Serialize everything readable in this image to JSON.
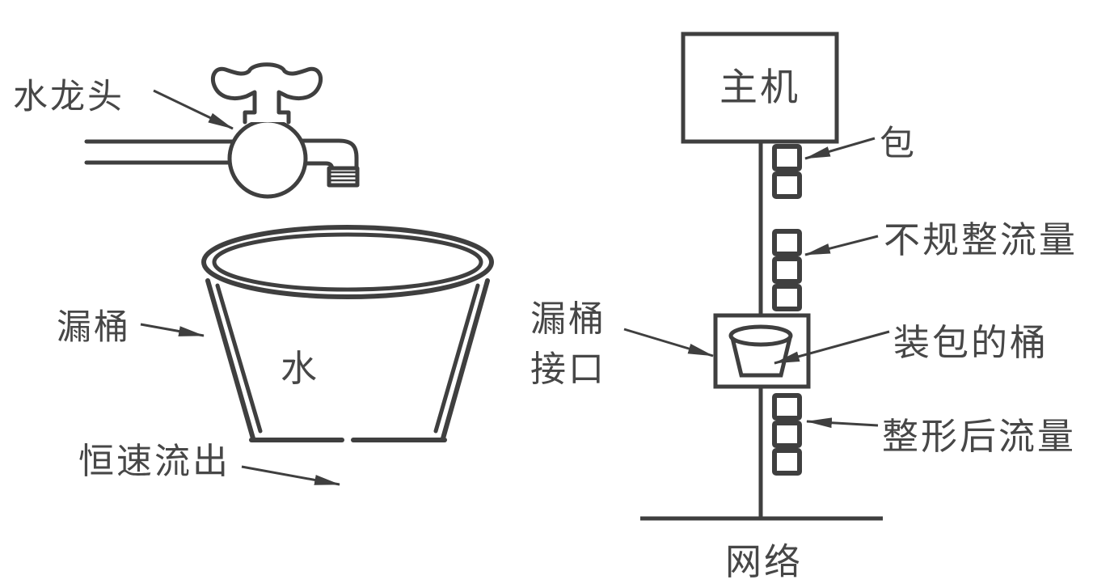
{
  "diagram": {
    "type": "leaky-bucket-traffic-shaping",
    "colors": {
      "line": "#3f3f3f",
      "text": "#474747",
      "background": "#ffffff"
    },
    "left_figure": {
      "faucet_label": "水龙头",
      "bucket_label": "漏桶",
      "water_label": "水",
      "outflow_label": "恒速流出"
    },
    "right_figure": {
      "host_label": "主机",
      "packet_label": "包",
      "unshaped_flow_label": "不规整流量",
      "interface_label_line1": "漏桶",
      "interface_label_line2": "接口",
      "packet_bucket_label": "装包的桶",
      "shaped_flow_label": "整形后流量",
      "network_label": "网络",
      "packet_squares_above_interface": 5,
      "packet_squares_below_interface": 3
    }
  }
}
